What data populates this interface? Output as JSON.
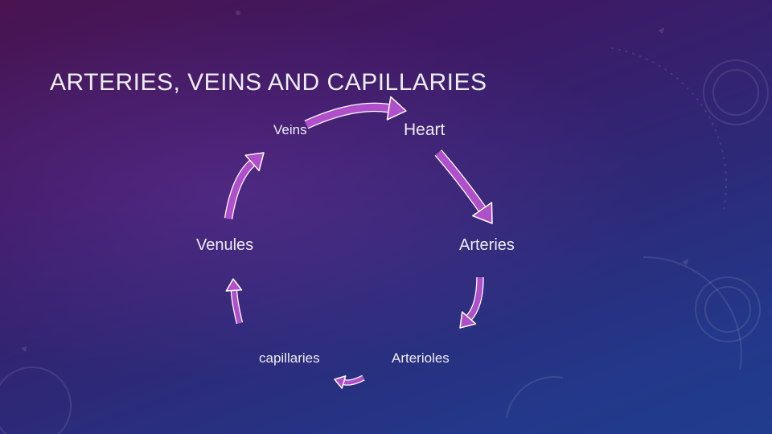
{
  "slide": {
    "title": "ARTERIES, VEINS AND CAPILLARIES"
  },
  "cycle": {
    "nodes": {
      "veins": "Veins",
      "heart": "Heart",
      "arteries": "Arteries",
      "arterioles": "Arterioles",
      "capillaries": "capillaries",
      "venules": "Venules"
    },
    "arrow_color": "#b04fcb",
    "arrow_outline": "#ffffff"
  },
  "theme": {
    "text_color": "#ececf4",
    "background_top": "#4a1450",
    "background_bottom": "#213c8c"
  }
}
